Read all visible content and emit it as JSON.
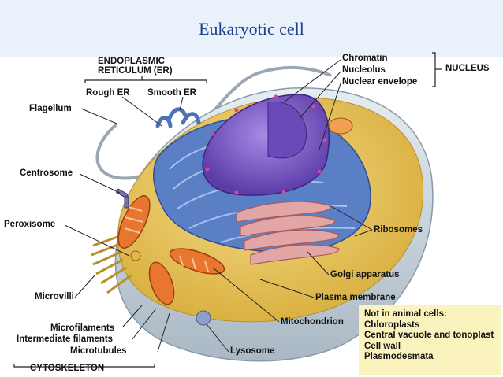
{
  "title": "Eukaryotic cell",
  "labels": {
    "er_group": "ENDOPLASMIC\nRETICULUM (ER)",
    "rough_er": "Rough ER",
    "smooth_er": "Smooth ER",
    "flagellum": "Flagellum",
    "centrosome": "Centrosome",
    "peroxisome": "Peroxisome",
    "microvilli": "Microvilli",
    "microfilaments": "Microfilaments",
    "intermediate_filaments": "Intermediate filaments",
    "microtubules": "Microtubules",
    "cytoskeleton": "CYTOSKELETON",
    "chromatin": "Chromatin",
    "nucleolus": "Nucleolus",
    "nuclear_envelope": "Nuclear envelope",
    "nucleus": "NUCLEUS",
    "ribosomes": "Ribosomes",
    "golgi": "Golgi apparatus",
    "plasma_membrane": "Plasma membrane",
    "mitochondrion": "Mitochondrion",
    "lysosome": "Lysosome"
  },
  "note": {
    "heading": "Not in animal cells:",
    "items": [
      "Chloroplasts",
      "Central vacuole and tonoplast",
      "Cell wall",
      "Plasmodesmata"
    ]
  },
  "colors": {
    "title": "#1f3f8f",
    "title_bar": "#e9f2fa",
    "note_bg": "#fbf3bd",
    "cytoplasm": "#e8c65a",
    "er": "#5b7fc4",
    "nucleus": "#7c5cc4",
    "golgi": "#d98a8a",
    "mitochondrion": "#e8762f",
    "membrane": "#c9d4dc"
  }
}
